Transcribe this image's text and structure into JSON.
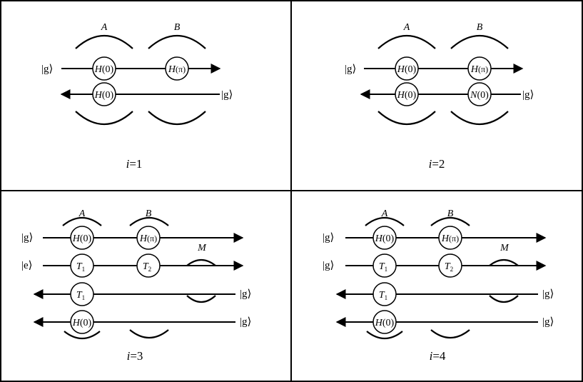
{
  "panels": [
    {
      "index_label": "i=1",
      "index_var": "i",
      "index_value": "=1",
      "mirrors": {
        "A": "A",
        "B": "B"
      },
      "rails": [
        {
          "ket": "|g⟩",
          "gates": [
            {
              "name": "H",
              "arg": "(0)"
            },
            {
              "name": "H",
              "arg": "(π)"
            }
          ]
        },
        {
          "ket": "|g⟩",
          "gates": [
            {
              "name": "H",
              "arg": "(0)"
            }
          ]
        }
      ]
    },
    {
      "index_label": "i=2",
      "index_var": "i",
      "index_value": "=2",
      "mirrors": {
        "A": "A",
        "B": "B"
      },
      "rails": [
        {
          "ket": "|g⟩",
          "gates": [
            {
              "name": "H",
              "arg": "(0)"
            },
            {
              "name": "H",
              "arg": "(π)"
            }
          ]
        },
        {
          "ket": "|g⟩",
          "gates": [
            {
              "name": "H",
              "arg": "(0)"
            },
            {
              "name": "N",
              "arg": "(0)"
            }
          ]
        }
      ]
    },
    {
      "index_label": "i=3",
      "index_var": "i",
      "index_value": "=3",
      "mirrors": {
        "A": "A",
        "B": "B",
        "M": "M"
      },
      "rails": [
        {
          "ket": "|g⟩",
          "gates": [
            {
              "name": "H",
              "arg": "(0)"
            },
            {
              "name": "H",
              "arg": "(π)"
            }
          ]
        },
        {
          "ket": "|e⟩",
          "gates": [
            {
              "name": "T",
              "sub": "1"
            },
            {
              "name": "T",
              "sub": "2"
            }
          ]
        },
        {
          "ket": "|g⟩",
          "gates": [
            {
              "name": "T",
              "sub": "1"
            }
          ]
        },
        {
          "ket": "|g⟩",
          "gates": [
            {
              "name": "H",
              "arg": "(0)"
            }
          ]
        }
      ]
    },
    {
      "index_label": "i=4",
      "index_var": "i",
      "index_value": "=4",
      "mirrors": {
        "A": "A",
        "B": "B",
        "M": "M"
      },
      "rails": [
        {
          "ket": "|g⟩",
          "gates": [
            {
              "name": "H",
              "arg": "(0)"
            },
            {
              "name": "H",
              "arg": "(π)"
            }
          ]
        },
        {
          "ket": "|g⟩",
          "gates": [
            {
              "name": "T",
              "sub": "1"
            },
            {
              "name": "T",
              "sub": "2"
            }
          ]
        },
        {
          "ket": "|g⟩",
          "gates": [
            {
              "name": "T",
              "sub": "1"
            }
          ]
        },
        {
          "ket": "|g⟩",
          "gates": [
            {
              "name": "H",
              "arg": "(0)"
            }
          ]
        }
      ]
    }
  ]
}
